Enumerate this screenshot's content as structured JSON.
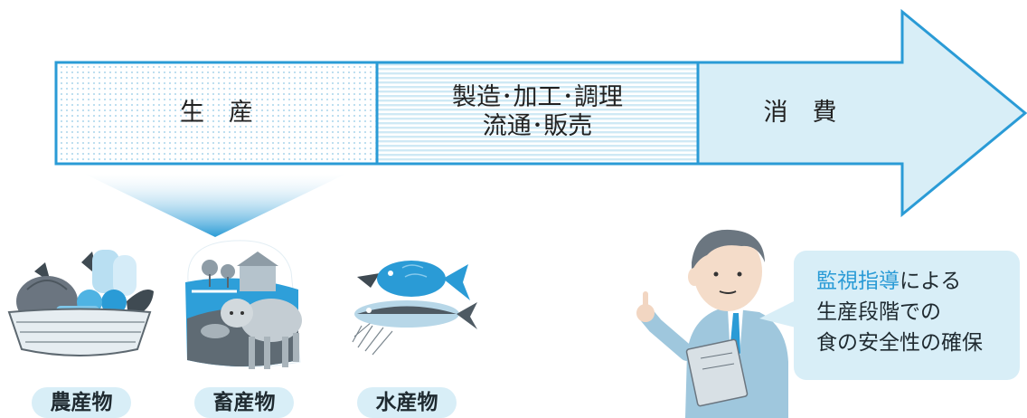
{
  "flow": {
    "stage1": "生　産",
    "stage2_line1": "製造･加工･調理",
    "stage2_line2": "流通･販売",
    "stage3": "消　費"
  },
  "categories": {
    "agriculture": "農産物",
    "livestock": "畜産物",
    "fishery": "水産物"
  },
  "speech": {
    "highlight": "監視指導",
    "line1_rest": "による",
    "line2": "生産段階での",
    "line3": "食の安全性の確保"
  },
  "colors": {
    "arrow_outline": "#2a9bd6",
    "arrow_fill": "#d8eef7",
    "accent_text": "#2a9bd6",
    "pill_bg": "#d8eef7"
  },
  "icons": [
    "vegetable-basket-icon",
    "farm-cow-icon",
    "fish-icon",
    "pointing-man-illustration"
  ]
}
